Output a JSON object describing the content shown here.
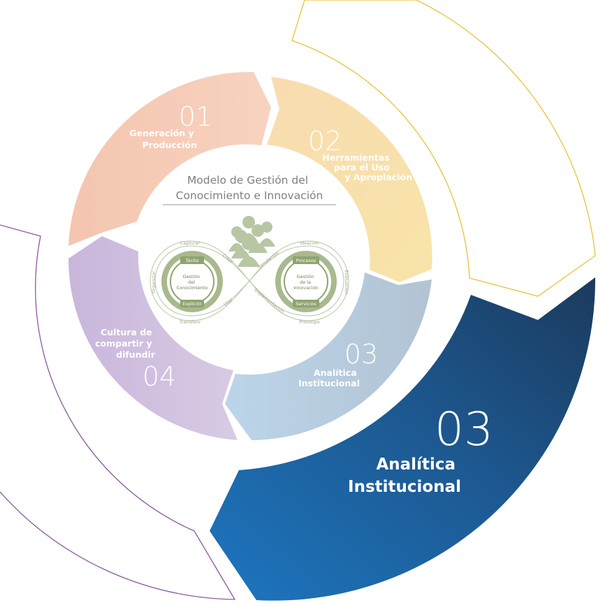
{
  "model": {
    "title_line1": "Modelo de Gestión del",
    "title_line2": "Conocimiento e Innovación"
  },
  "segments": [
    {
      "id": "01",
      "number": "01",
      "label_lines": [
        "Generación y",
        "Producción"
      ],
      "color": "#f4c7b1"
    },
    {
      "id": "02",
      "number": "02",
      "label_lines": [
        "Herramientas",
        "para el Uso",
        "y Apropiación"
      ],
      "color": "#f8dc9c"
    },
    {
      "id": "03",
      "number": "03",
      "label_lines": [
        "Analítica",
        "Institucional"
      ],
      "color": "#b7cde0"
    },
    {
      "id": "04",
      "number": "04",
      "label_lines": [
        "Cultura de",
        "compartir y",
        "difundir"
      ],
      "color": "#cfc0e1"
    }
  ],
  "highlight": {
    "number": "03",
    "line1": "Analítica",
    "line2": "Institucional",
    "color_start": "#1d73bd",
    "color_end": "#1c3a5e"
  },
  "infinity": {
    "left_hub": {
      "line1": "Gestión",
      "line2": "del",
      "line3": "Conocimiento",
      "top": "Tácito",
      "bottom": "Explícito"
    },
    "right_hub": {
      "line1": "Gestión",
      "line2": "de la",
      "line3": "Innovación",
      "top": "Procesos",
      "bottom": "Servicios"
    },
    "labels": {
      "capturar": "Capturar",
      "organizar": "Organizar",
      "transferir": "Transferir",
      "crear": "Crear",
      "usar": "Usar",
      "ideacion": "Ideación",
      "evaluacion": "Evaluación",
      "prototipo": "Prototipo",
      "simulacion": "Simulación",
      "implementacion": "Implementación"
    },
    "color": "#8fa46f"
  },
  "outline_colors": {
    "gold": "#e8c33a",
    "purple": "#8a5b9e"
  }
}
